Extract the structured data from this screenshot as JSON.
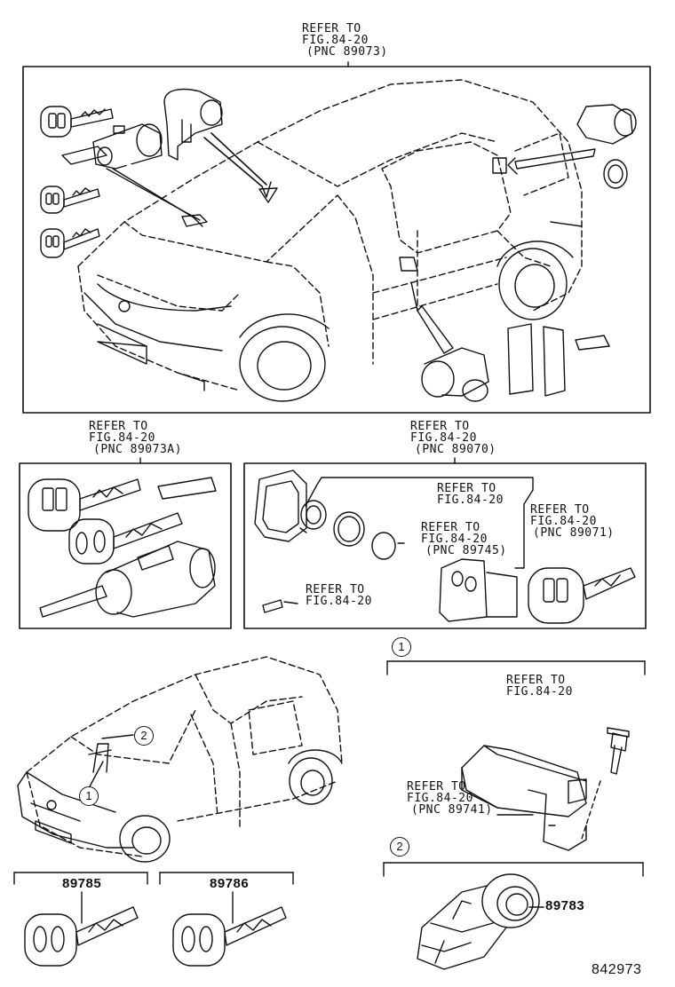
{
  "diagram": {
    "page_code": "842973",
    "top_group": {
      "refer": [
        "REFER TO",
        "FIG.84-20",
        "(PNC 89073)"
      ]
    },
    "left_key_set": {
      "refer": [
        "REFER TO",
        "FIG.84-20",
        "(PNC 89073A)"
      ]
    },
    "remote_set": {
      "refer": [
        "REFER TO",
        "FIG.84-20",
        "(PNC 89070)"
      ],
      "refer_a": [
        "REFER TO",
        "FIG.84-20"
      ],
      "refer_b": [
        "REFER TO",
        "FIG.84-20",
        "(PNC 89745)"
      ],
      "refer_c": [
        "REFER TO",
        "FIG.84-20",
        "(PNC 89071)"
      ],
      "refer_d": [
        "REFER TO",
        "FIG.84-20"
      ]
    },
    "callout_1": {
      "marker": "1",
      "refer_top": [
        "REFER TO",
        "FIG.84-20"
      ],
      "refer_bottom": [
        "REFER TO",
        "FIG.84-20",
        "(PNC 89741)"
      ]
    },
    "callout_2": {
      "marker": "2",
      "part_no": "89783"
    },
    "car_markers": [
      "1",
      "2"
    ],
    "key_1": {
      "part_no": "89785"
    },
    "key_2": {
      "part_no": "89786"
    }
  }
}
